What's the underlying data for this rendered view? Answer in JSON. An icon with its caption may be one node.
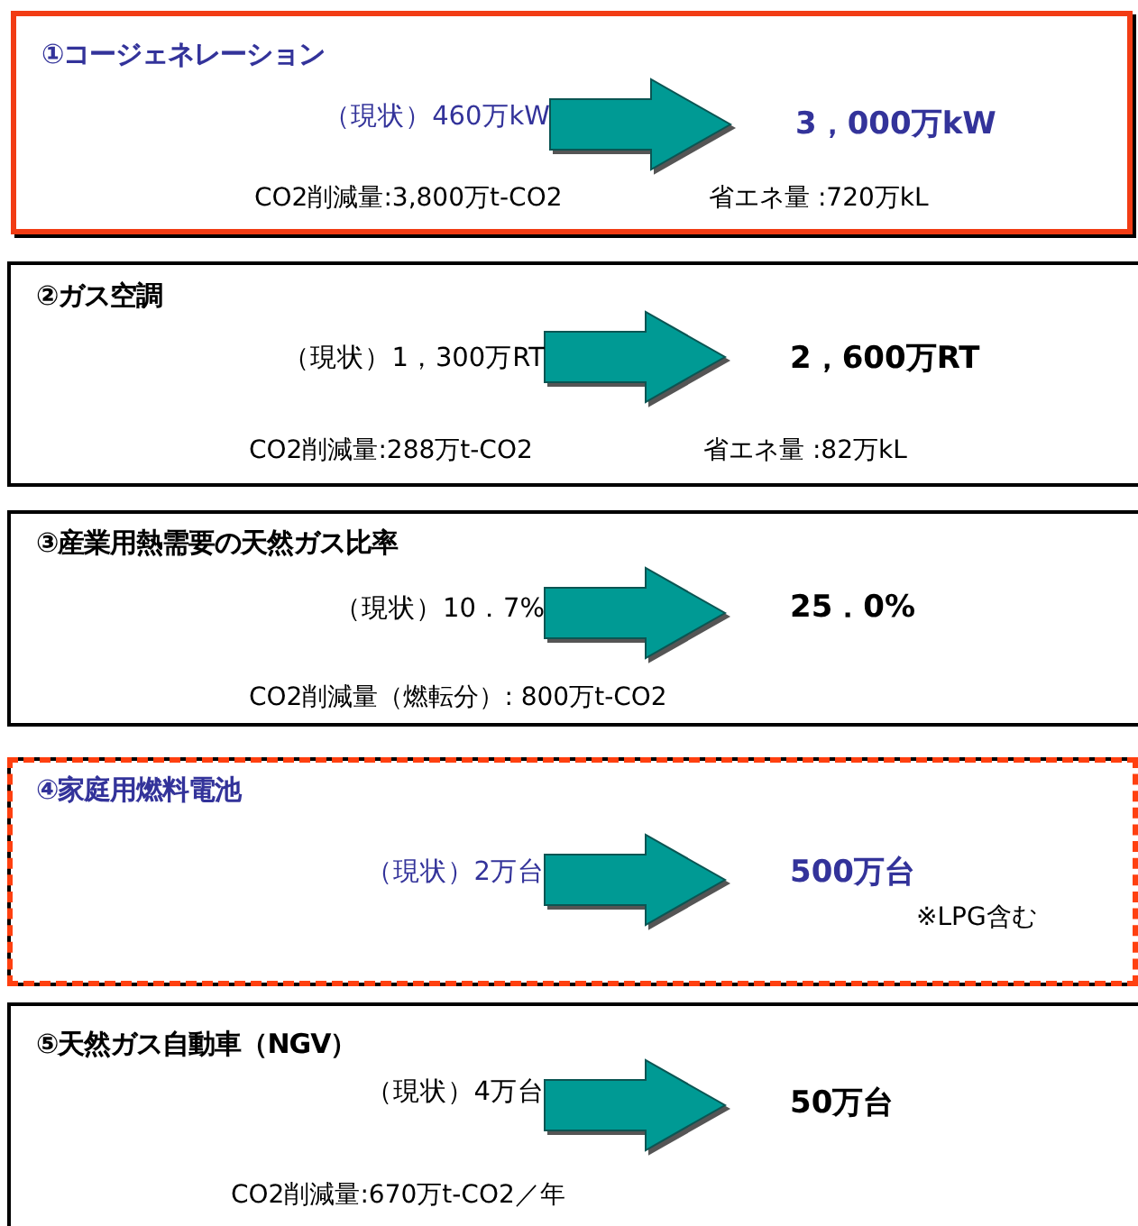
{
  "diagram": {
    "nodes": [
      {
        "text": [
          "①コージェネレーション",
          "CO2削減量:3,800万t-CO2",
          "省エネ量 :720万kL"
        ]
      },
      {
        "text": [
          "（現状）460万kW"
        ],
        "in": 0
      },
      {
        "text": [
          "3，000万kW"
        ],
        "in": 0
      },
      {
        "text": [
          "②ガス空調",
          "CO2削減量:288万t-CO2",
          "省エネ量 :82万kL"
        ]
      },
      {
        "text": [
          "（現状）1，300万RT"
        ],
        "in": 3
      },
      {
        "text": [
          "2，600万RT"
        ],
        "in": 3
      },
      {
        "text": [
          "③産業用熱需要の天然ガス比率",
          "CO2削減量（燃転分）: 800万t-CO2"
        ]
      },
      {
        "text": [
          "（現状）10．7%"
        ],
        "in": 6
      },
      {
        "text": [
          "25．0%"
        ],
        "in": 6
      },
      {
        "text": [
          "④家庭用燃料電池"
        ]
      },
      {
        "text": [
          "（現状）2万台"
        ],
        "in": 9
      },
      {
        "text": [
          "500万台"
        ],
        "in": 9,
        "beside": [
          "※LPG含む"
        ]
      },
      {
        "text": [
          "⑤天然ガス自動車（NGV）",
          "CO2削減量:670万t-CO2／年"
        ]
      },
      {
        "text": [
          "（現状）4万台"
        ],
        "in": 12
      },
      {
        "text": [
          "50万台"
        ],
        "in": 12
      }
    ],
    "edges": [
      {
        "from": 1,
        "to": 2,
        "arrow": "to"
      },
      {
        "from": 4,
        "to": 5,
        "arrow": "to"
      },
      {
        "from": 7,
        "to": 8,
        "arrow": "to"
      },
      {
        "from": 10,
        "to": 11,
        "arrow": "to"
      },
      {
        "from": 13,
        "to": 14,
        "arrow": "to"
      }
    ]
  }
}
